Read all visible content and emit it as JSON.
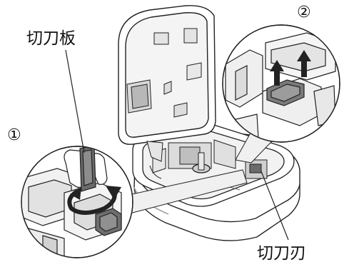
{
  "labels": {
    "cutter_board": "切刀板",
    "cutter_blade": "切刀刃"
  },
  "steps": {
    "step1": "①",
    "step2": "②"
  },
  "colors": {
    "line": "#222222",
    "device_fill": "#ffffff",
    "shade": "#e6e6e6",
    "dark_part": "#555555",
    "mid_gray": "#8a8a8a"
  },
  "icons": {
    "rotate": "rotate-arrow-icon",
    "lift": "up-arrow-icon"
  }
}
